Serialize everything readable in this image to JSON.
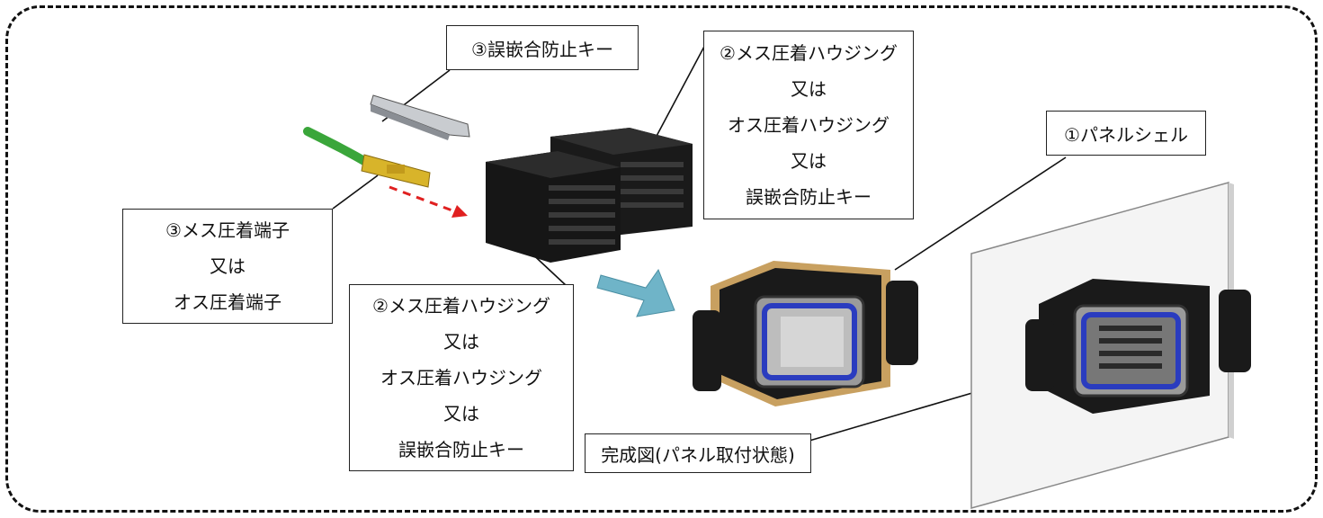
{
  "labels": {
    "anti_mismating_key_top": "③誤嵌合防止キー",
    "housing_top": [
      "②メス圧着ハウジング",
      "又は",
      "オス圧着ハウジング",
      "又は",
      "誤嵌合防止キー"
    ],
    "panel_shell": "①パネルシェル",
    "terminal": [
      "③メス圧着端子",
      "又は",
      "オス圧着端子"
    ],
    "housing_bottom": [
      "②メス圧着ハウジング",
      "又は",
      "オス圧着ハウジング",
      "又は",
      "誤嵌合防止キー"
    ],
    "completed": "完成図(パネル取付状態)"
  },
  "colors": {
    "frame": "#111111",
    "wire": "#3aa63a",
    "terminal": "#d8b42a",
    "housing": "#161616",
    "arrow_dashed": "#e02020",
    "arrow_big": "#6fb4c8",
    "seal": "#2a3cbf",
    "panel": "#f2f2f2"
  }
}
